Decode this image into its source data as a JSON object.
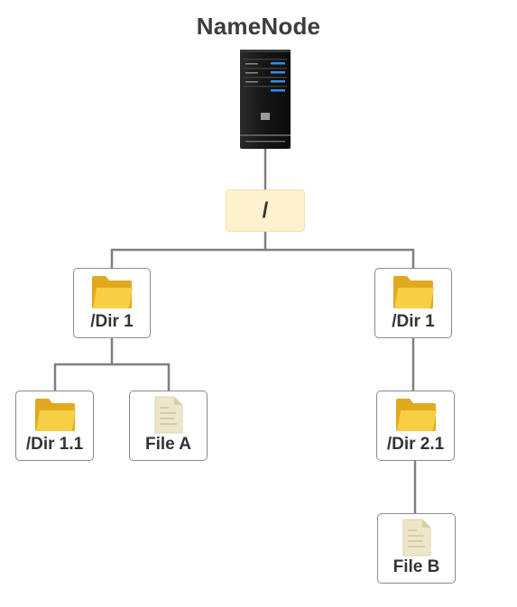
{
  "title": "NameNode",
  "root": {
    "label": "/"
  },
  "nodes": {
    "dir1_left": {
      "label": "/Dir 1",
      "icon": "folder-icon"
    },
    "dir1_right": {
      "label": "/Dir 1",
      "icon": "folder-icon"
    },
    "dir1_1": {
      "label": "/Dir 1.1",
      "icon": "folder-icon"
    },
    "file_a": {
      "label": "File A",
      "icon": "document-icon"
    },
    "dir2_1": {
      "label": "/Dir 2.1",
      "icon": "folder-icon"
    },
    "file_b": {
      "label": "File B",
      "icon": "document-icon"
    }
  },
  "colors": {
    "connector": "#7f7f7f",
    "folder": "#f2c82f",
    "root_fill": "#fdf2cd",
    "document": "#eee6c8"
  }
}
